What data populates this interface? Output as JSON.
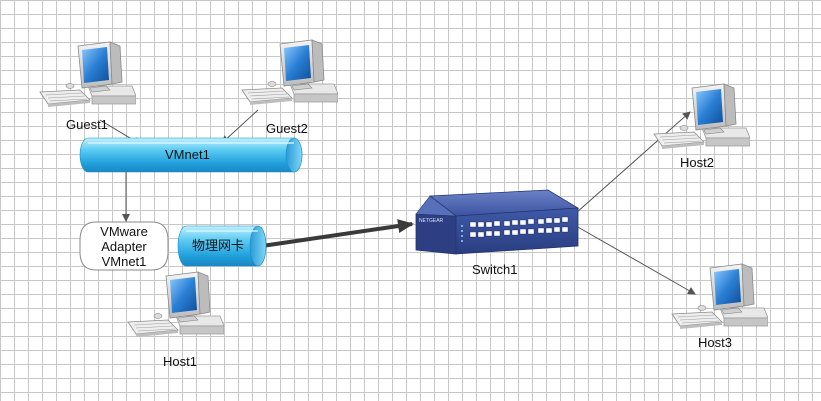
{
  "nodes": {
    "guest1": "Guest1",
    "guest2": "Guest2",
    "vmnet1": "VMnet1",
    "adapter_lines": [
      "VMware",
      "Adapter",
      "VMnet1"
    ],
    "nic": "物理网卡",
    "host1": "Host1",
    "switch1": "Switch1",
    "host2": "Host2",
    "host3": "Host3",
    "switch_brand": "NETGEAR"
  },
  "icons": {
    "computer": "computer-icon",
    "switch": "network-switch-icon",
    "cylinder": "pipe-cylinder-icon"
  },
  "colors": {
    "cylinder_light": "#9fe3fb",
    "cylinder_mid": "#39b6e8",
    "cylinder_dark": "#1a86c4",
    "switch_body": "#3f5aa8",
    "switch_dark": "#24356e",
    "monitor_frame": "#d9d9d9",
    "screen": "#1e6fc0",
    "arrow_thin": "#555555",
    "arrow_thick": "#3a3a3a",
    "grid": "#c8c8c8"
  }
}
